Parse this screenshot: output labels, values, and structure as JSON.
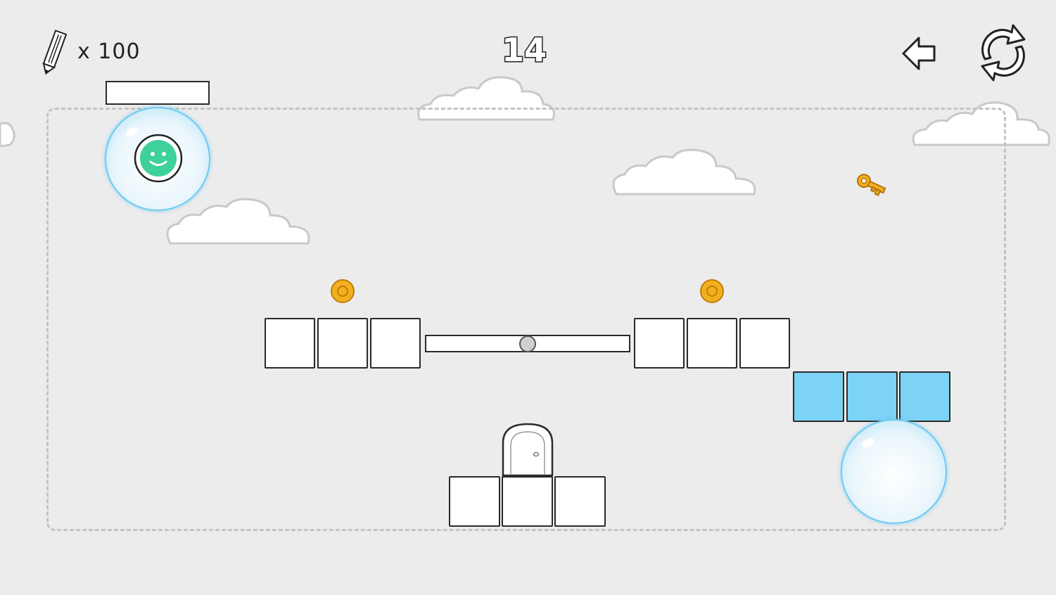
{
  "hud": {
    "pencil_icon": "pencil-icon",
    "ink_count": "x  100",
    "level": "14",
    "back_icon": "arrow-left-icon",
    "restart_icon": "restart-icon"
  },
  "colors": {
    "background": "#ececec",
    "ice_block": "#7dd3f5",
    "player": "#3ed199",
    "coin": "#f2b01e",
    "key": "#f2b01e",
    "bubble_rim": "#6ccbf1"
  },
  "objects": {
    "player": "smiley-ball",
    "key_icon": "key-icon",
    "coin_icon": "coin-icon",
    "door_icon": "door-icon"
  }
}
